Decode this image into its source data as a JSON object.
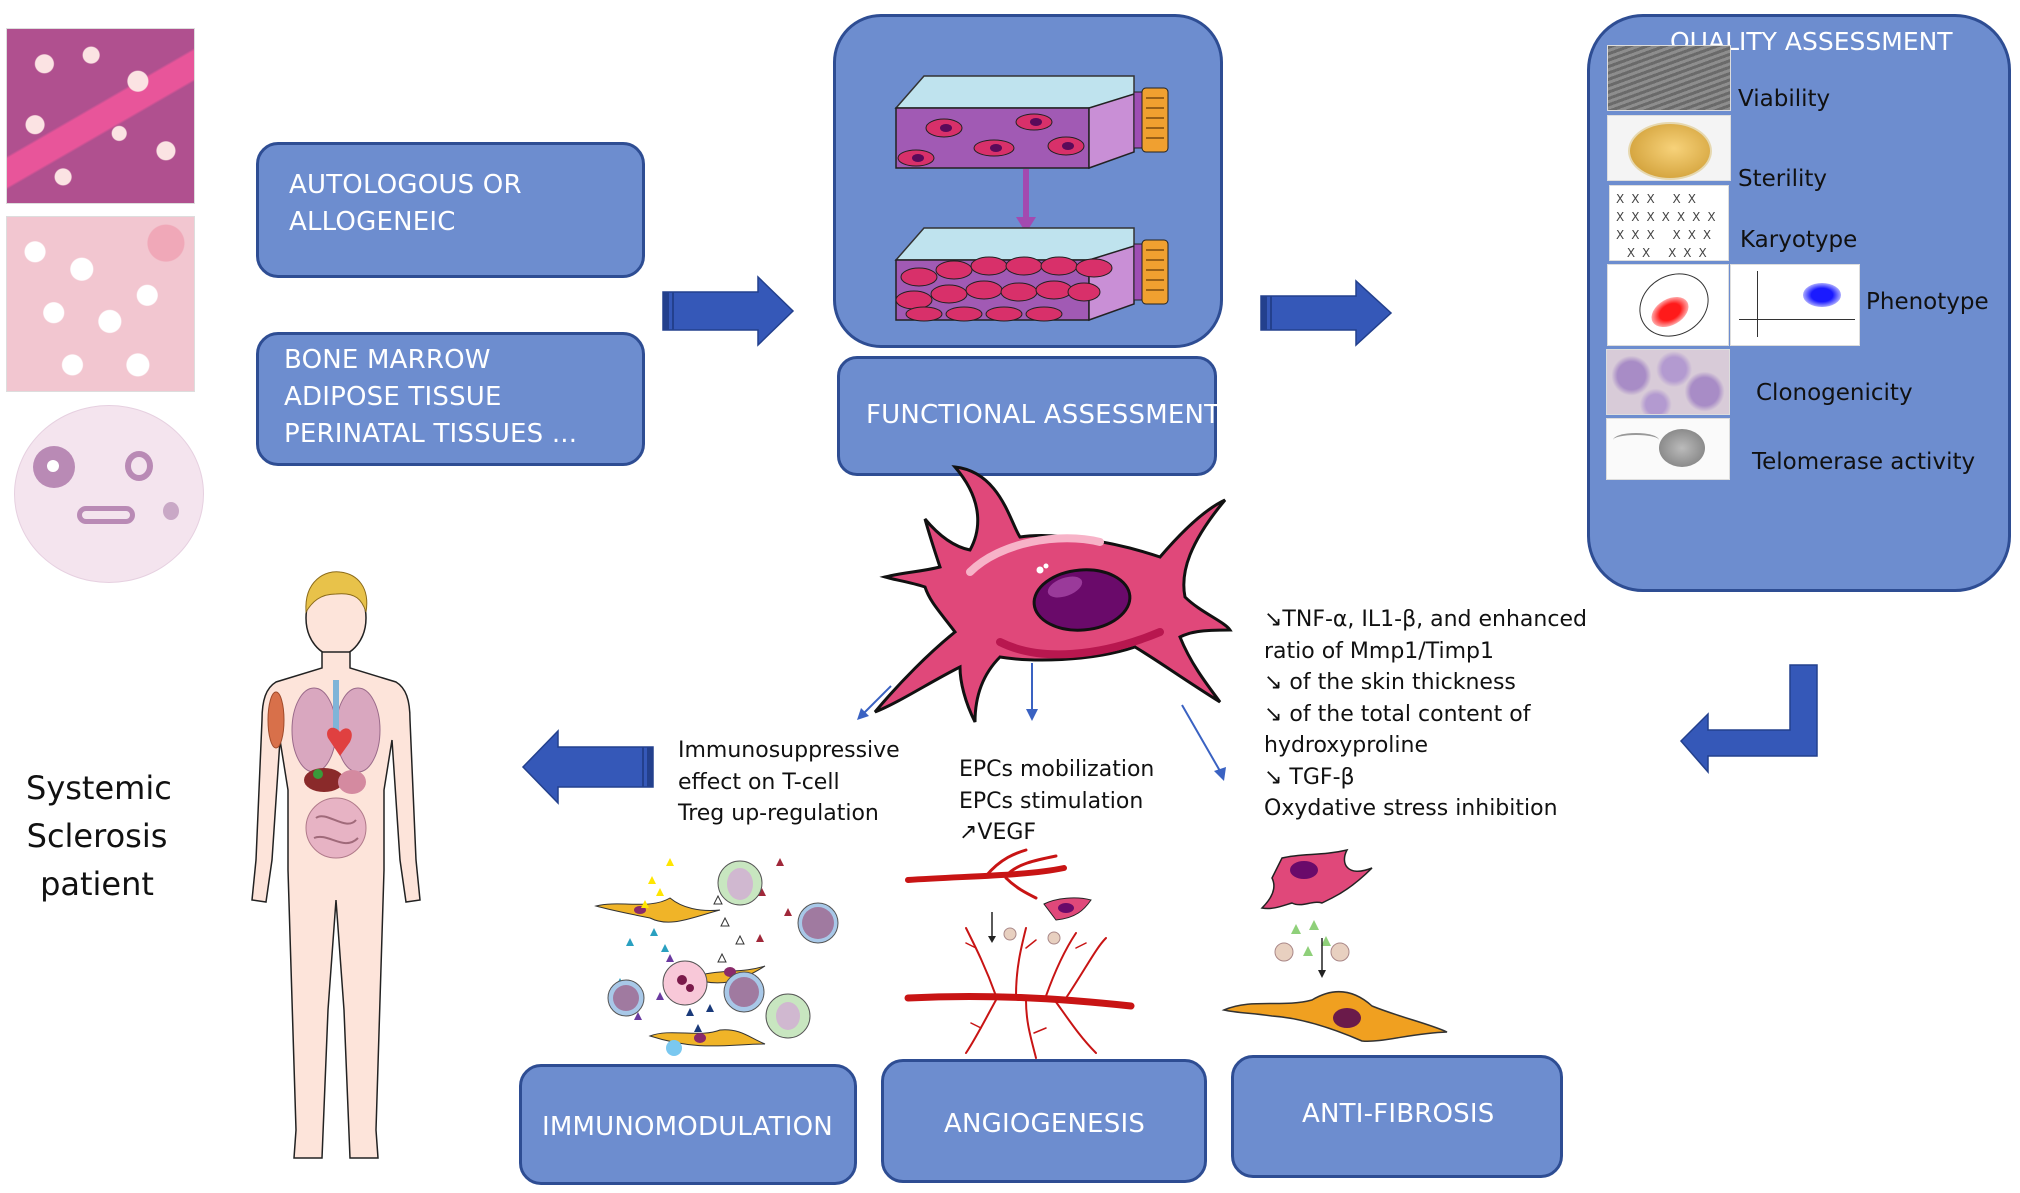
{
  "source": {
    "origin_box": [
      "AUTOLOGOUS OR",
      "ALLOGENEIC"
    ],
    "tissues_box": [
      "BONE MARROW",
      "ADIPOSE TISSUE",
      "PERINATAL TISSUES ..."
    ],
    "tissue_images": [
      "bone-marrow-histology",
      "adipose-tissue-histology",
      "umbilical-cord-cross-section"
    ]
  },
  "culture": {
    "functional_label": "FUNCTIONAL ASSESSMENT"
  },
  "quality": {
    "title": "QUALITY ASSESSMENT",
    "items": [
      "Viability",
      "Sterility",
      "Karyotype",
      "Phenotype",
      "Clonogenicity",
      "Telomerase activity"
    ]
  },
  "patient": {
    "label": [
      "Systemic",
      "Sclerosis",
      "patient"
    ]
  },
  "effects": {
    "immuno_notes": [
      "Immunosuppressive",
      "effect on T-cell",
      "Treg up-regulation"
    ],
    "angio_notes": [
      "EPCs mobilization",
      "EPCs stimulation",
      "↗VEGF"
    ],
    "fibrosis_notes": [
      "↘TNF-α, IL1-β, and enhanced",
      "ratio of Mmp1/Timp1",
      "↘ of the skin thickness",
      "↘ of the total content of",
      "hydroxyproline",
      "↘ TGF-β",
      "Oxydative stress inhibition"
    ]
  },
  "outcomes": {
    "immunomodulation": "IMMUNOMODULATION",
    "angiogenesis": "ANGIOGENESIS",
    "anti_fibrosis": "ANTI-FIBROSIS"
  },
  "colors": {
    "box_fill": "#6d8dcf",
    "box_border": "#2e4d93",
    "arrow_fill": "#3558b8",
    "cell_pink": "#e0487a",
    "nucleus": "#6a0a6a"
  }
}
